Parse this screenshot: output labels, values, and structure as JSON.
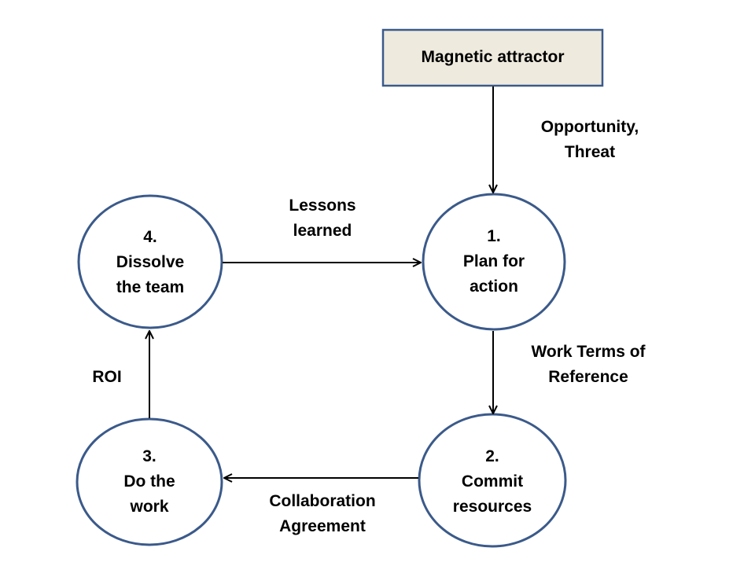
{
  "colors": {
    "node_stroke": "#3B5A8A",
    "box_fill": "#EEEADE",
    "box_stroke": "#3B5A8A",
    "arrow": "#000000",
    "text": "#000000",
    "background": "#FFFFFF"
  },
  "attractor": {
    "label": "Magnetic attractor"
  },
  "nodes": [
    {
      "id": "plan",
      "number": "1.",
      "line1": "Plan for",
      "line2": "action"
    },
    {
      "id": "commit",
      "number": "2.",
      "line1": "Commit",
      "line2": "resources"
    },
    {
      "id": "work",
      "number": "3.",
      "line1": "Do the",
      "line2": "work"
    },
    {
      "id": "dissolve",
      "number": "4.",
      "line1": "Dissolve",
      "line2": "the team"
    }
  ],
  "edges": [
    {
      "id": "attractor-to-plan",
      "line1": "Opportunity,",
      "line2": "Threat"
    },
    {
      "id": "plan-to-commit",
      "line1": "Work Terms of",
      "line2": "Reference"
    },
    {
      "id": "commit-to-work",
      "line1": "Collaboration",
      "line2": "Agreement"
    },
    {
      "id": "work-to-dissolve",
      "line1": "ROI",
      "line2": ""
    },
    {
      "id": "dissolve-to-plan",
      "line1": "Lessons",
      "line2": "learned"
    }
  ]
}
